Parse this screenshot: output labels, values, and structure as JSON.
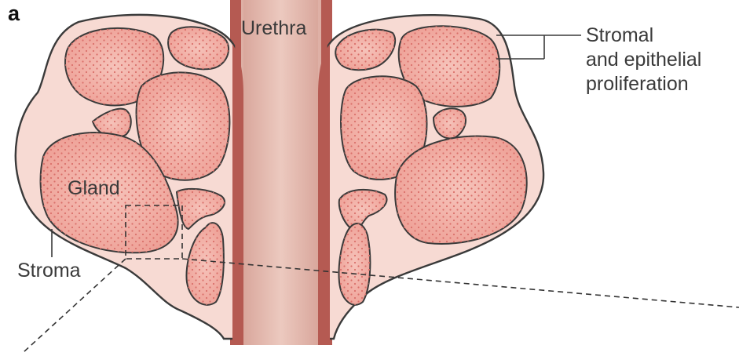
{
  "panel_label": "a",
  "labels": {
    "urethra": "Urethra",
    "gland": "Gland",
    "stroma": "Stroma",
    "proliferation": [
      "Stromal",
      "and epithelial",
      "proliferation"
    ]
  },
  "colors": {
    "stroma_fill": "#f7dad3",
    "gland_fill": "#f2aaa0",
    "gland_dots": "#d9706a",
    "urethra_wall": "#b55a52",
    "urethra_lumen": "#e3b7ac",
    "outline": "#3a3a3a",
    "text": "#3a3a3a"
  }
}
